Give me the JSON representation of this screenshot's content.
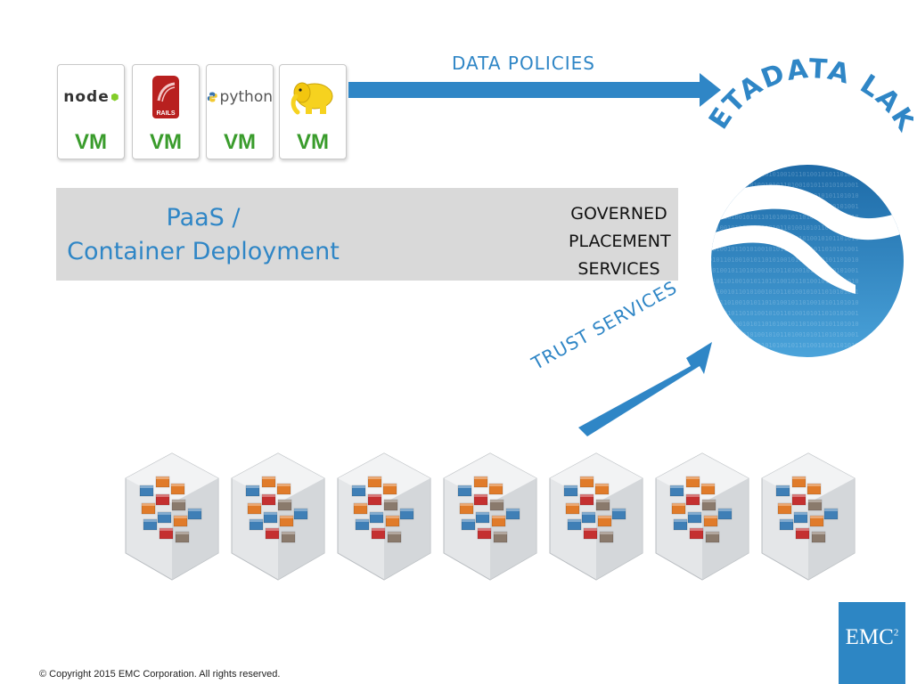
{
  "vm_cards": [
    {
      "logo": "node",
      "logo_icon": "nodejs-logo",
      "label": "VM"
    },
    {
      "logo": "RAILS",
      "logo_icon": "rails-logo",
      "label": "VM"
    },
    {
      "logo": "python",
      "logo_icon": "python-logo",
      "label": "VM"
    },
    {
      "logo": "hadoop",
      "logo_icon": "hadoop-elephant-logo",
      "label": "VM"
    }
  ],
  "paas": {
    "title_line1": "PaaS /",
    "title_line2": "Container Deployment",
    "governed_line1": "GOVERNED",
    "governed_line2": "PLACEMENT",
    "governed_line3": "SERVICES"
  },
  "arrows": {
    "data_policies": "DATA POLICIES",
    "trust_services": "TRUST SERVICES"
  },
  "metadata_lake": {
    "title": "METADATA LAKE",
    "icon": "metadata-lake-globe"
  },
  "infrastructure": {
    "icon": "container-cube-icon",
    "count": 7
  },
  "footer": {
    "copyright": "© Copyright 2015 EMC Corporation. All rights reserved."
  },
  "brand": {
    "logo_text": "EMC",
    "logo_superscript": "2",
    "color": "#2d86c4"
  },
  "colors": {
    "accent": "#2f86c6",
    "vm_green": "#3a9c2c",
    "paas_bar": "#d9d9d9"
  }
}
